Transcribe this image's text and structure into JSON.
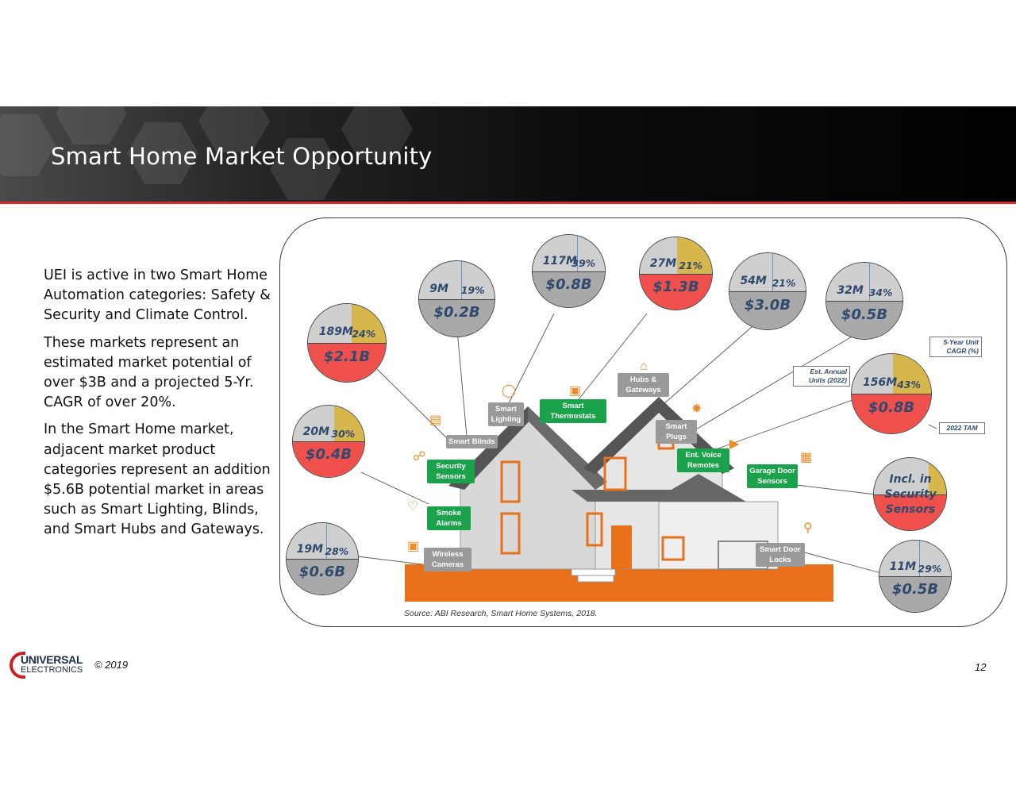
{
  "header": {
    "title": "Smart Home Market Opportunity"
  },
  "body": {
    "para1": "UEI is active in two Smart Home Automation categories: Safety & Security and Climate Control.",
    "para2": "These markets represent an estimated market potential of over $3B and a projected 5-Yr. CAGR  of over 20%.",
    "para3": "In the Smart Home market, adjacent market product categories represent an addition $5.6B potential market in areas such as Smart Lighting, Blinds, and Smart Hubs and Gateways."
  },
  "bubbles": [
    {
      "units": "189M",
      "cagr": "24%",
      "tam": "$2.1B",
      "red": true,
      "cagr_fraction": 0.24
    },
    {
      "units": "20M",
      "cagr": "30%",
      "tam": "$0.4B",
      "red": true,
      "cagr_fraction": 0.3
    },
    {
      "units": "19M",
      "cagr": "28%",
      "tam": "$0.6B",
      "red": false,
      "cagr_fraction": 0.28
    },
    {
      "units": "9M",
      "cagr": "19%",
      "tam": "$0.2B",
      "red": false,
      "cagr_fraction": 0.19
    },
    {
      "units": "117M",
      "cagr": "39%",
      "tam": "$0.8B",
      "red": false,
      "cagr_fraction": 0.39
    },
    {
      "units": "27M",
      "cagr": "21%",
      "tam": "$1.3B",
      "red": true,
      "cagr_fraction": 0.21
    },
    {
      "units": "54M",
      "cagr": "21%",
      "tam": "$3.0B",
      "red": false,
      "cagr_fraction": 0.21
    },
    {
      "units": "32M",
      "cagr": "34%",
      "tam": "$0.5B",
      "red": false,
      "cagr_fraction": 0.34
    },
    {
      "units": "156M",
      "cagr": "43%",
      "tam": "$0.8B",
      "red": true,
      "cagr_fraction": 0.43
    },
    {
      "units": "11M",
      "cagr": "29%",
      "tam": "$0.5B",
      "red": false,
      "cagr_fraction": 0.29
    }
  ],
  "included": {
    "line1": "Incl. in",
    "line2": "Security",
    "line3": "Sensors"
  },
  "legend": {
    "cagr_note": "5-Year  Unit CAGR (%)",
    "units_note": "Est. Annual Units (2022)",
    "tam_note": "2022 TAM"
  },
  "tags": {
    "smart_lighting": "Smart Lighting",
    "smart_thermostats": "Smart Thermostats",
    "hubs_gateways": "Hubs & Gateways",
    "smart_plugs": "Smart Plugs",
    "smart_blinds": "Smart Blinds",
    "security_sensors": "Security Sensors",
    "ent_voice_remotes": "Ent. Voice Remotes",
    "garage_door_sensors": "Garage Door Sensors",
    "smoke_alarms": "Smoke Alarms",
    "wireless_cameras": "Wireless Cameras",
    "smart_door_locks": "Smart Door Locks"
  },
  "source": "Source: ABI Research, Smart Home Systems, 2018.",
  "footer": {
    "logo_top": "UNIVERSAL",
    "logo_bottom": "ELECTRONICS",
    "copyright": "© 2019",
    "page_number": "12"
  },
  "colors": {
    "accent_red": "#e02727",
    "tam_red": "#f0504c",
    "cagr_gold": "#d7b64c",
    "tag_green": "#1aa34a",
    "house_orange": "#e8701a"
  }
}
